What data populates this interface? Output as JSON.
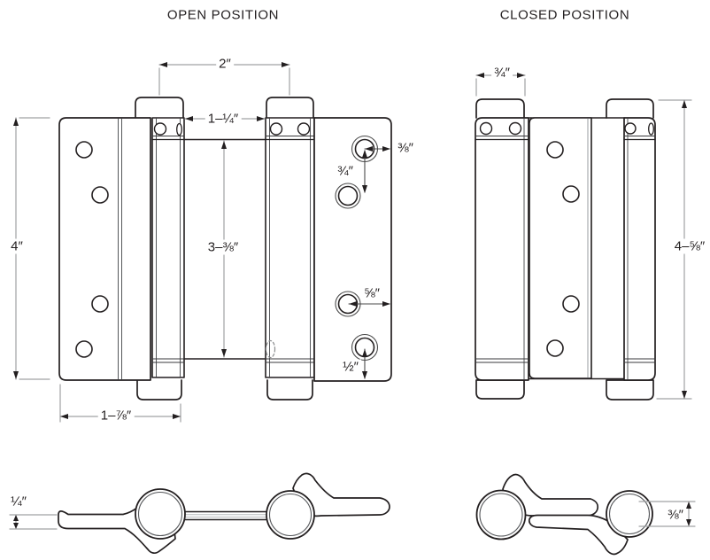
{
  "open_view": {
    "title": "OPEN POSITION",
    "dims": {
      "knuckle_pitch": "2″",
      "center_gap_width": "1–¼″",
      "center_gap_height": "3–⅜″",
      "leaf_height": "4″",
      "hole_to_edge": "⅜″",
      "hole_pitch": "¾″",
      "hole_to_side_edge": "⅝″",
      "hole_to_bottom_edge": "½″",
      "leaf_width": "1–⅞″"
    }
  },
  "closed_view": {
    "title": "CLOSED POSITION",
    "dims": {
      "knuckle_width": "¾″",
      "overall_height": "4–⅝″"
    }
  },
  "bottom_views": {
    "open_leaf_thickness": "¼″",
    "closed_stack_thickness": "⅜″"
  },
  "colors": {
    "line": "#231f20",
    "thin_line": "#55575a",
    "dim_line": "#a0a2a4",
    "background": "#ffffff"
  }
}
